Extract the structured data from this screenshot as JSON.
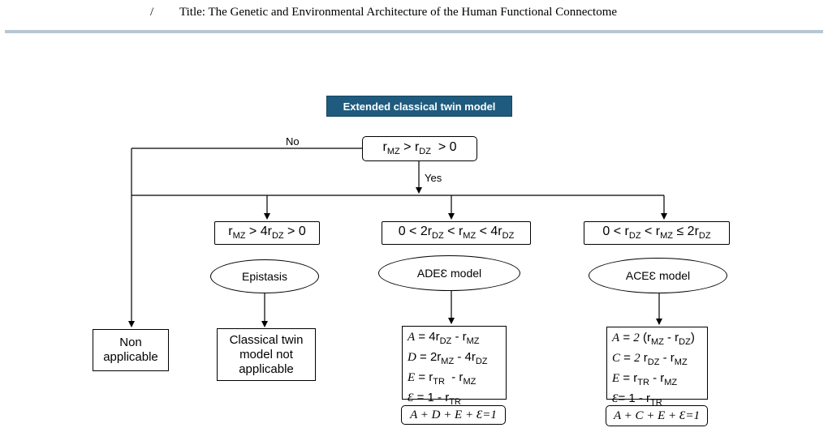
{
  "header": {
    "slash": "/",
    "title": "Title: The Genetic and Environmental Architecture of the Human Functional Connectome"
  },
  "diagram": {
    "title": "Extended classical twin model",
    "root_condition": "r_MZ > r_DZ > 0",
    "no_label": "No",
    "yes_label": "Yes",
    "branches": {
      "non_applicable": {
        "result": "Non applicable"
      },
      "epistasis": {
        "condition": "r_MZ > 4r_DZ > 0",
        "model": "Epistasis",
        "result": "Classical twin model not applicable"
      },
      "ade": {
        "condition": "0 < 2r_DZ < r_MZ < 4r_DZ",
        "model": "ADEƐ model",
        "equations": [
          "A = 4r_DZ - r_MZ",
          "D = 2r_MZ - 4r_DZ",
          "E = r_TR - r_MZ",
          "Ɛ = 1 - r_TR"
        ],
        "sum": "A + D + E + Ɛ=1"
      },
      "ace": {
        "condition": "0 < r_DZ < r_MZ ≤ 2r_DZ",
        "model": "ACEƐ model",
        "equations": [
          "A = 2 (r_MZ - r_DZ)",
          "C = 2 r_DZ - r_MZ",
          "E = r_TR - r_MZ",
          "Ɛ = 1 - r_TR"
        ],
        "sum": "A + C + E + Ɛ=1"
      }
    }
  },
  "colors": {
    "title_bg": "#1f5b7e",
    "title_text": "#ffffff",
    "header_rule": "#b8c6d3"
  }
}
